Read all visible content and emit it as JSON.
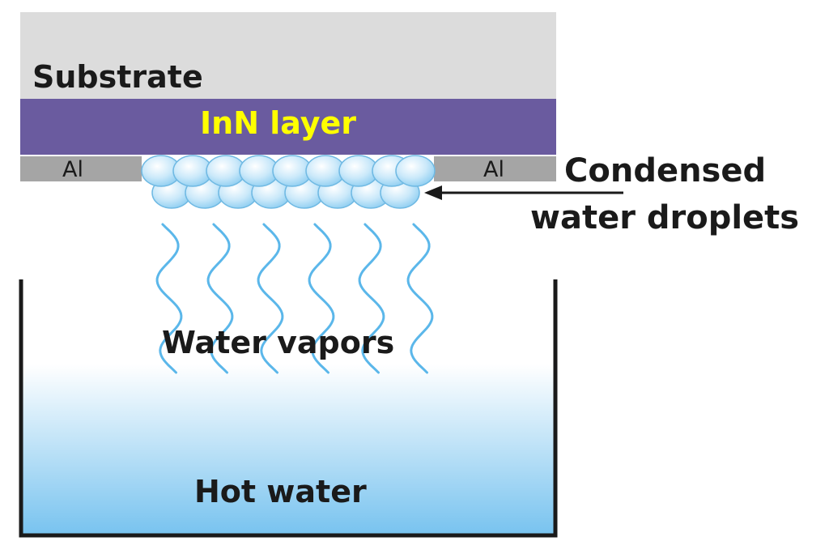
{
  "labels": {
    "substrate": "Substrate",
    "layer": "InN layer",
    "contact_left": "Al",
    "contact_right": "Al",
    "droplets_line1": "Condensed",
    "droplets_line2": "water droplets",
    "vapors": "Water vapors",
    "hot_water": "Hot water"
  },
  "colors": {
    "substrate": "#dcdcdc",
    "layer": "#6a5b9f",
    "layer_text": "#ffff00",
    "contact": "#a5a5a5",
    "text": "#1a1a1a",
    "vapor": "#5bb7ea",
    "droplet_edge": "#6fb9e3",
    "water_top": "#ffffff",
    "water_bottom": "#78c3ef",
    "beaker": "#1a1a1a"
  }
}
